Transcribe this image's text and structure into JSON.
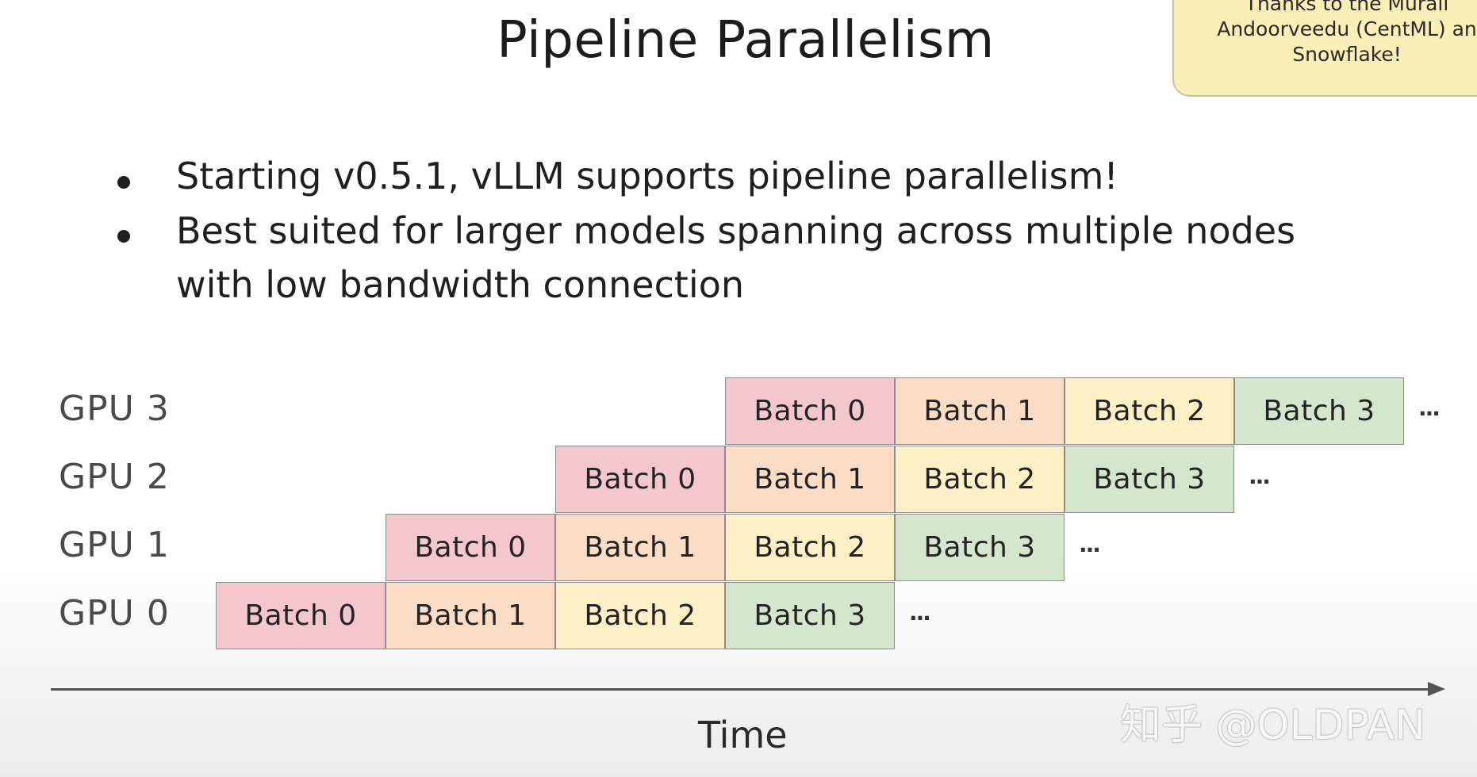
{
  "title": "Pipeline Parallelism",
  "note": {
    "line1": "Thanks to the Murali",
    "line2": "Andoorveedu (CentML) an",
    "line3": "Snowflake!"
  },
  "bullets": [
    "Starting v0.5.1, vLLM supports pipeline parallelism!",
    "Best suited for larger models spanning across multiple nodes",
    "with low bandwidth connection"
  ],
  "colors": {
    "batch0": "#f4c7cc",
    "batch1": "#fbdcc5",
    "batch2": "#fdf0c6",
    "batch3": "#d4e7cd"
  },
  "diagram": {
    "gpus": [
      {
        "label": "GPU 3",
        "batches": [
          "Batch 0",
          "Batch 1",
          "Batch 2",
          "Batch 3"
        ],
        "ellipsis": "..."
      },
      {
        "label": "GPU 2",
        "batches": [
          "Batch 0",
          "Batch 1",
          "Batch 2",
          "Batch 3"
        ],
        "ellipsis": "..."
      },
      {
        "label": "GPU 1",
        "batches": [
          "Batch 0",
          "Batch 1",
          "Batch 2",
          "Batch 3"
        ],
        "ellipsis": "..."
      },
      {
        "label": "GPU 0",
        "batches": [
          "Batch 0",
          "Batch 1",
          "Batch 2",
          "Batch 3"
        ],
        "ellipsis": "..."
      }
    ],
    "axis_label": "Time"
  },
  "watermark": "知乎 @OLDPAN"
}
